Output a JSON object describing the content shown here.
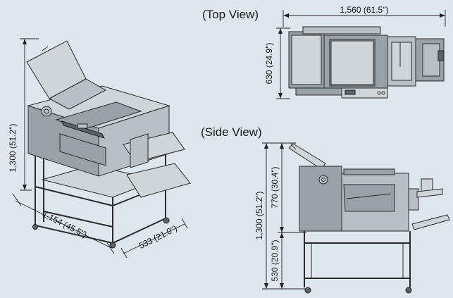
{
  "views": {
    "top_view_label": "(Top View)",
    "side_view_label": "(Side View)"
  },
  "dimensions": {
    "top_width": "1,560 (61.5\")",
    "top_depth": "630 (24.9\")",
    "side_total_height": "1,300 (51.2\")",
    "side_upper_height": "770 (30.4\")",
    "side_stand_height": "530 (20.9\")",
    "iso_height": "1,300 (51.2\")",
    "iso_length": "1,154 (45.5\")",
    "iso_depth": "533 (21.0\")"
  },
  "colors": {
    "background": "#dfe7ee",
    "machine_body": "#9aa2a8",
    "machine_light": "#b9c0c5"
  }
}
